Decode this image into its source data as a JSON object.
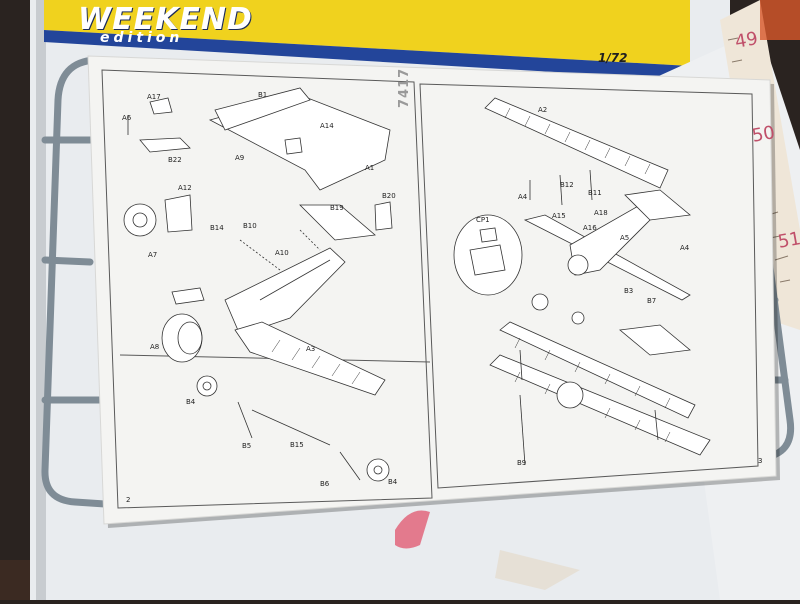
{
  "box": {
    "title": "WEEKEND",
    "subtitle": "edition",
    "scale": "1/72"
  },
  "sheet": {
    "kit_number": "7417"
  },
  "ruler": {
    "marks": [
      "49",
      "50",
      "51"
    ]
  },
  "left_panel": {
    "part_labels": [
      "A17",
      "A6",
      "B22",
      "B1",
      "A14",
      "A9",
      "A1",
      "A12",
      "A7",
      "B19",
      "B20",
      "B14",
      "B10",
      "A10",
      "A8",
      "A3",
      "B4",
      "B5",
      "B15",
      "B6",
      "B4"
    ],
    "page_number": "2"
  },
  "right_panel": {
    "part_labels": [
      "A2",
      "A4",
      "B12",
      "B11",
      "A15",
      "A18",
      "A16",
      "A5",
      "A4",
      "CP1",
      "B3",
      "B7",
      "B9"
    ],
    "page_number": "3"
  },
  "colors": {
    "box_yellow": "#f0d21e",
    "box_blue": "#23459a",
    "sprue_grey": "#7f8c96",
    "paper": "#f4f4f2",
    "table": "#2a2320"
  }
}
